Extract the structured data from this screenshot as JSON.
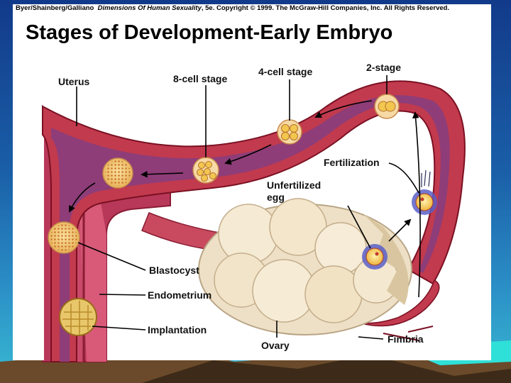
{
  "credit": {
    "authors": "Byer/Shainberg/Galliano",
    "book": "Dimensions Of Human Sexuality",
    "rest": ", 5e. Copyright © 1999. The McGraw-Hill Companies, Inc. All Rights Reserved."
  },
  "title": "Stages of Development-Early Embryo",
  "labels": {
    "uterus": "Uterus",
    "eight_cell": "8-cell stage",
    "four_cell": "4-cell stage",
    "two_stage": "2-stage",
    "fertilization": "Fertilization",
    "unfertilized_line1": "Unfertilized",
    "unfertilized_line2": "egg",
    "blastocyst": "Blastocyst",
    "endometrium": "Endometrium",
    "implantation": "Implantation",
    "ovary": "Ovary",
    "fimbria": "Fimbria"
  },
  "colors": {
    "tube_wall": "#c23a4e",
    "tube_lumen": "#8e3d78",
    "ovary": "#eee0c6",
    "embryo": "#f2c64f",
    "background_top": "#123a8a",
    "background_bottom": "#38b9d2"
  }
}
